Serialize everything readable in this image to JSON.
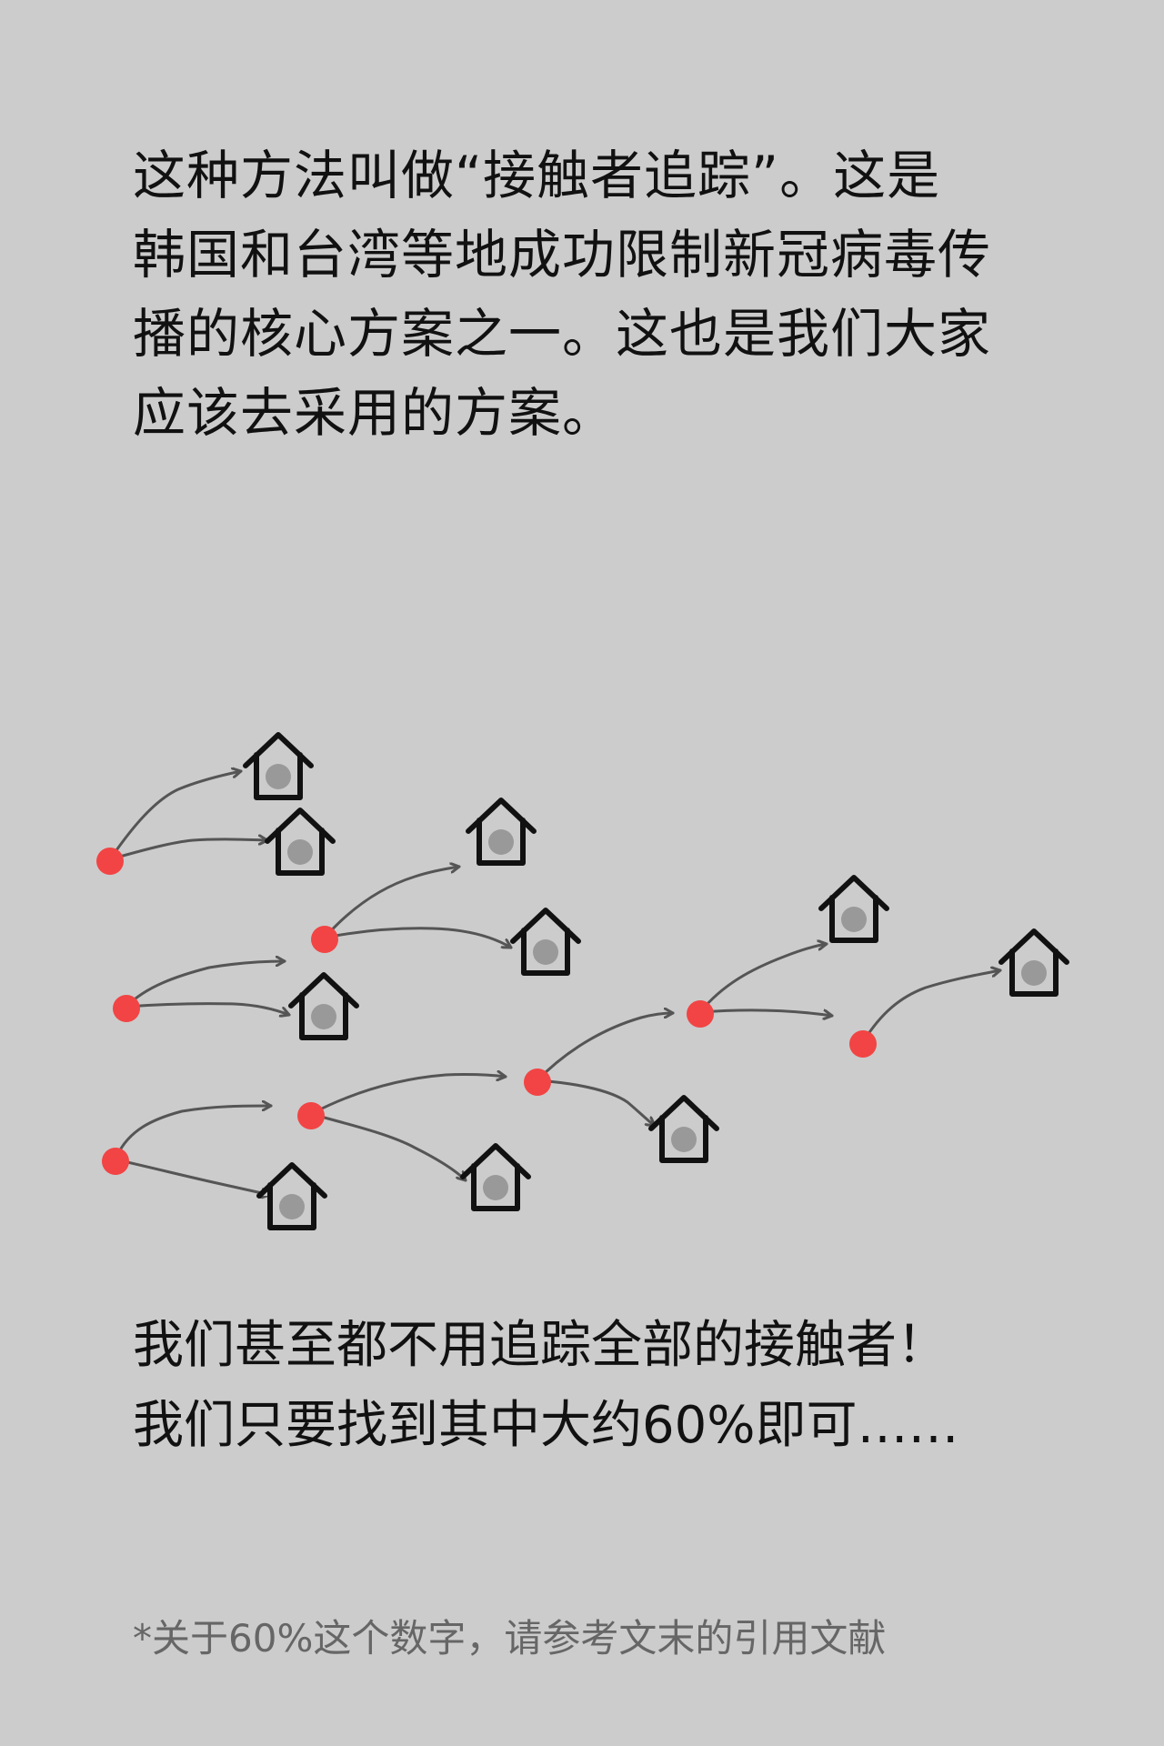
{
  "intro": {
    "lines": [
      "这种方法叫做“接触者追踪”。这是",
      "韩国和台湾等地成功限制新冠病毒传",
      "播的核心方案之一。这也是我们大家",
      "应该去采用的方案。"
    ]
  },
  "diagram": {
    "colors": {
      "infected_dot": "#f24444",
      "arrow": "#555555",
      "house_outline": "#111111",
      "house_fill": "#cccccc",
      "person": "#999999"
    },
    "icons": [
      "red-dot",
      "arrow",
      "house-icon",
      "person-dot"
    ]
  },
  "main_note": {
    "lines": [
      "我们甚至都不用追踪全部的接触者！",
      "我们只要找到其中大约60%即可……"
    ]
  },
  "footnote": "*关于60%这个数字，请参考文末的引用文献"
}
